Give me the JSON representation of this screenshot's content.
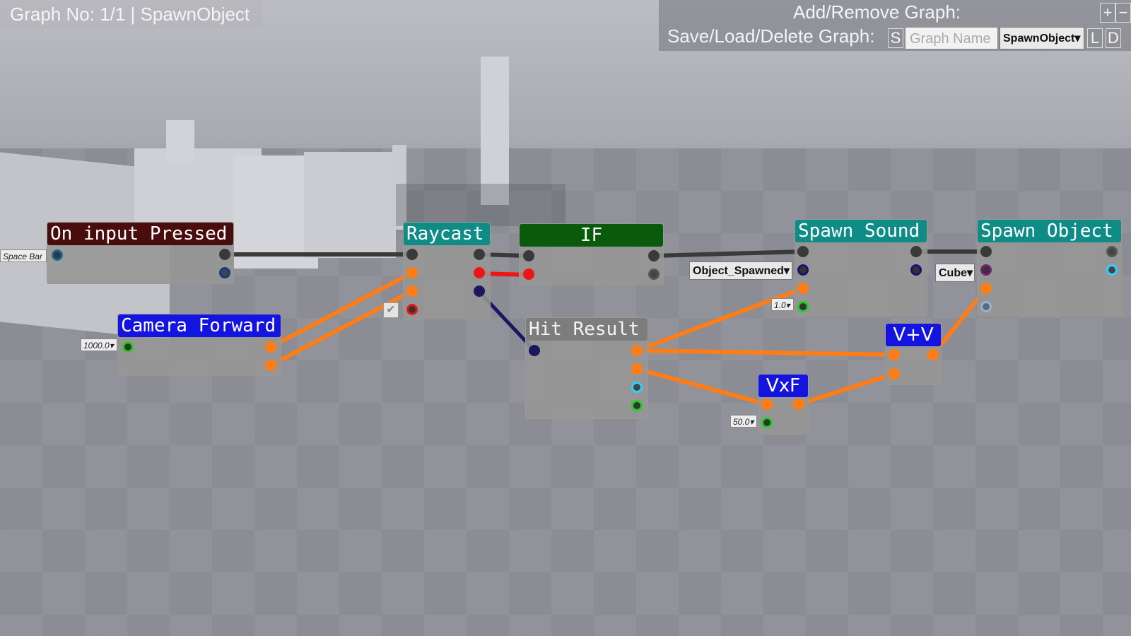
{
  "hud": {
    "graph_title": "Graph No: 1/1   | SpawnObject",
    "add_remove_label": "Add/Remove Graph:",
    "save_load_label": "Save/Load/Delete Graph:",
    "add_button": "+",
    "remove_button": "−",
    "save_button": "S",
    "graph_name_placeholder": "Graph Name",
    "graph_select_value": "SpawnObject▾",
    "load_button": "L",
    "delete_button": "D"
  },
  "nodes": {
    "on_input_pressed": {
      "title": "On input Pressed",
      "key_field": "Space Bar"
    },
    "raycast": {
      "title": "Raycast",
      "checkbox": "✔"
    },
    "if": {
      "title": "IF"
    },
    "spawn_sound": {
      "title": "Spawn Sound",
      "sound_dropdown": "Object_Spawned▾",
      "volume_field": "1.0▾"
    },
    "spawn_object": {
      "title": "Spawn Object",
      "object_dropdown": "Cube▾"
    },
    "camera_forward": {
      "title": "Camera Forward",
      "distance_field": "1000.0▾"
    },
    "hit_result": {
      "title": "Hit Result"
    },
    "vxf": {
      "title": "VxF",
      "factor_field": "50.0▾"
    },
    "vplusv": {
      "title": "V+V"
    }
  },
  "colors": {
    "exec_wire": "#3a3a3a",
    "vector_wire": "#ff7d14",
    "bool_wire": "#ee1515",
    "hit_wire": "#1a1660",
    "header_maroon": "#4a0d0d",
    "header_teal": "#0f8c86",
    "header_green": "#0a5a0c",
    "header_blue": "#1414e0"
  }
}
